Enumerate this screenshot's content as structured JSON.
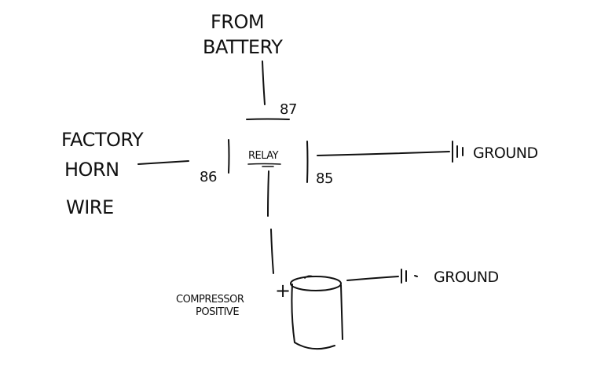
{
  "labels": {
    "battery_line1": "FROM",
    "battery_line2": "BATTERY",
    "horn_line1": "FACTORY",
    "horn_line2": "HORN",
    "horn_line3": "WIRE",
    "relay": "RELAY",
    "pin_87": "87",
    "pin_86": "86",
    "pin_85": "85",
    "ground_relay": "GROUND",
    "ground_compressor": "GROUND",
    "compressor_line1": "COMPRESSOR",
    "compressor_line2": "POSITIVE",
    "plus_sign": "+"
  },
  "symbols": {
    "ground_relay": "ground-symbol",
    "ground_compressor": "ground-symbol",
    "compressor": "cylinder-shape"
  },
  "colors": {
    "ink": "#111111",
    "paper": "#ffffff"
  }
}
